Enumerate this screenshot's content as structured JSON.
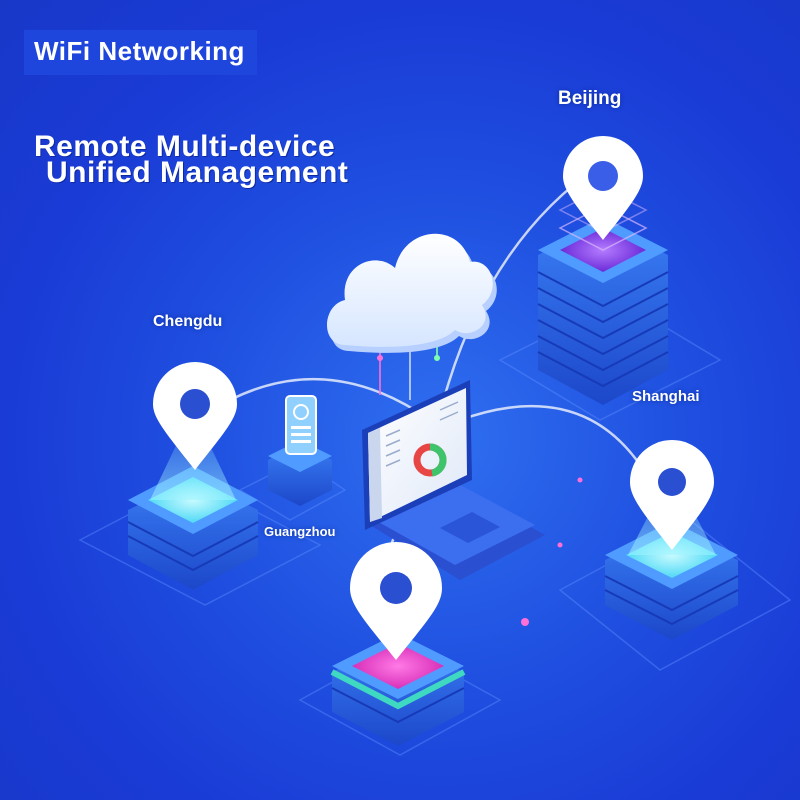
{
  "header": {
    "badge_text": "WiFi Networking",
    "headline_line1": "Remote Multi-device",
    "headline_line2": "Unified Management"
  },
  "cities": {
    "beijing": "Beijing",
    "chengdu": "Chengdu",
    "shanghai": "Shanghai",
    "guangzhou": "Guangzhou"
  },
  "colors": {
    "background": "#1f4fe0",
    "server_top": "#3b8cf5",
    "beijing_glow": "#8a3cf0",
    "guangzhou_glow": "#e63dc8",
    "chengdu_glow": "#7ff0ff",
    "shanghai_glow": "#7ff0ff"
  }
}
